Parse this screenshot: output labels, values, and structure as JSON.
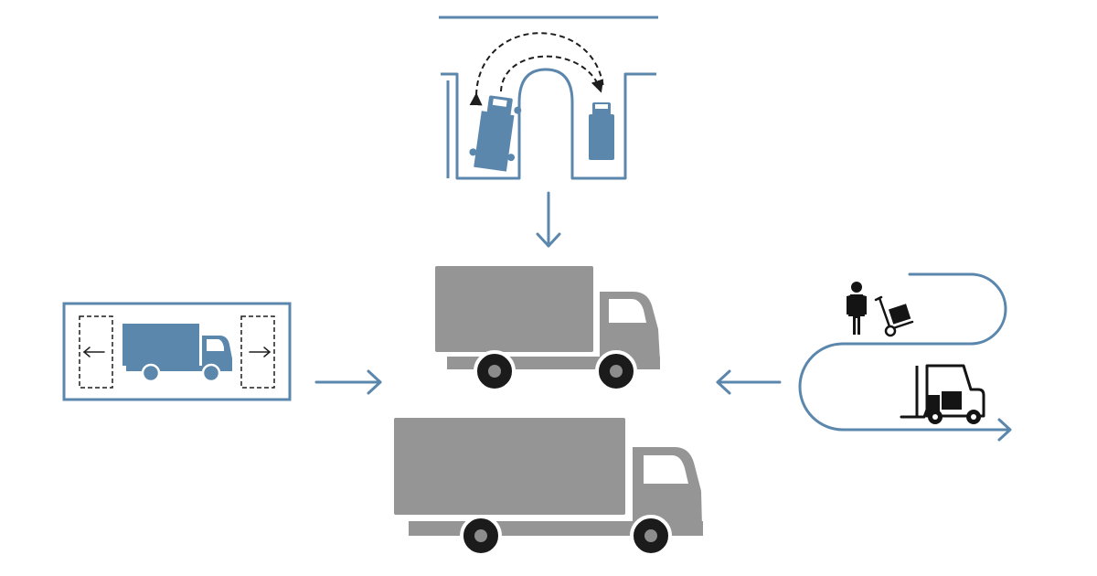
{
  "colors": {
    "background": "#ffffff",
    "accent_blue": "#5c87ad",
    "truck_gray": "#959595",
    "wheel_black": "#1b1b1b",
    "wheel_hub": "#8c8c8c",
    "cab_window": "#ffffff",
    "figure_black": "#141414",
    "dashed_line": "#1e1e1e"
  },
  "panels": [
    {
      "id": "turnaround-bay",
      "icon": "truck-turnaround-icon"
    },
    {
      "id": "side-clearance",
      "icon": "truck-side-clearance-icon"
    },
    {
      "id": "loading-workflow",
      "icon": "loading-workflow-icon"
    }
  ],
  "vehicles": [
    {
      "id": "truck-upper",
      "icon": "box-truck-icon"
    },
    {
      "id": "truck-lower",
      "icon": "box-truck-icon"
    }
  ],
  "flow_arrows": [
    {
      "id": "arrow-down",
      "direction": "down"
    },
    {
      "id": "arrow-right",
      "direction": "right"
    },
    {
      "id": "arrow-left",
      "direction": "left"
    }
  ]
}
